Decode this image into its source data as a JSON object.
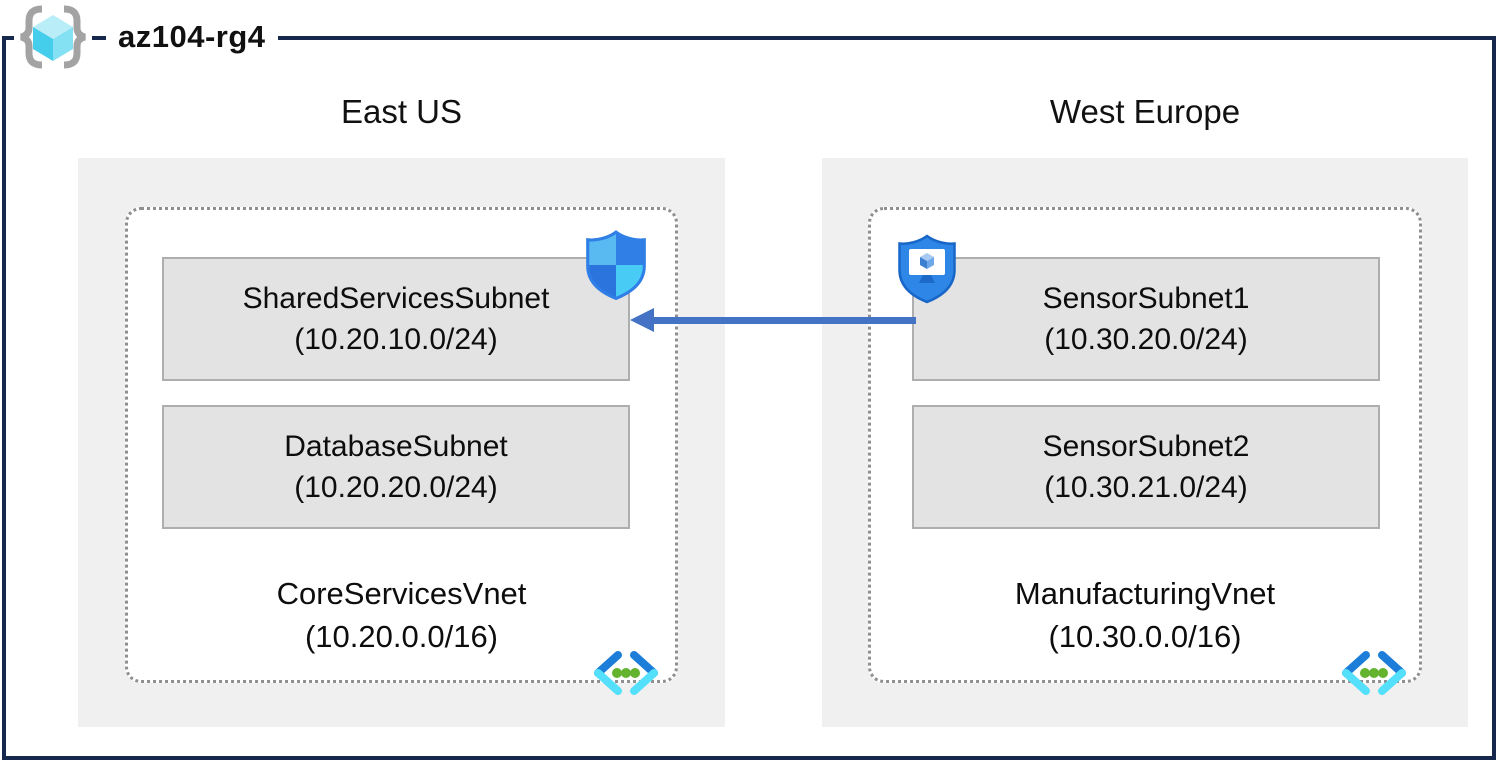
{
  "diagram_title": "az104-rg4",
  "regions": [
    {
      "name": "East US",
      "vnet": {
        "name": "CoreServicesVnet",
        "cidr": "(10.20.0.0/16)"
      },
      "subnets": [
        {
          "name": "SharedServicesSubnet",
          "cidr": "(10.20.10.0/24)"
        },
        {
          "name": "DatabaseSubnet",
          "cidr": "(10.20.20.0/24)"
        }
      ]
    },
    {
      "name": "West Europe",
      "vnet": {
        "name": "ManufacturingVnet",
        "cidr": "(10.30.0.0/16)"
      },
      "subnets": [
        {
          "name": "SensorSubnet1",
          "cidr": "(10.30.20.0/24)"
        },
        {
          "name": "SensorSubnet2",
          "cidr": "(10.30.21.0/24)"
        }
      ]
    }
  ],
  "connection": {
    "from": "SensorSubnet1",
    "to": "SharedServicesSubnet",
    "direction": "right-to-left",
    "color": "#4472C4"
  },
  "icons": {
    "resource_group": "resource-group-icon",
    "nsg": "network-security-group-icon",
    "asg": "application-security-group-icon",
    "vnet": "virtual-network-icon"
  },
  "colors": {
    "frame": "#16294d",
    "region_bg": "#f0f0f0",
    "subnet_bg": "#e3e3e3",
    "dotted_border": "#8f8f8f",
    "arrow": "#4472c4"
  }
}
